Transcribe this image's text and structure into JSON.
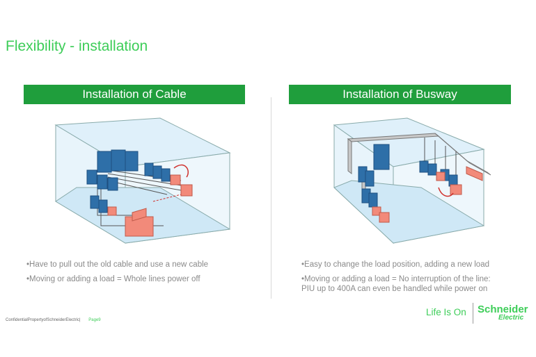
{
  "slide": {
    "title": "Flexibility - installation"
  },
  "left": {
    "header": "Installation of Cable",
    "bullets": [
      "•Have to pull out the old cable and use a new cable",
      "•Moving or adding a load =  Whole lines power off"
    ]
  },
  "right": {
    "header": "Installation of Busway",
    "bullets": [
      "•Easy to change the load position, adding a new load",
      "•Moving or adding a load = No interruption of the line:",
      "PIU up to 400A can even be handled while power on"
    ]
  },
  "footer": {
    "confidential": "ConfidentialPropertyofSchneiderElectric|",
    "page": "Page9"
  },
  "brand": {
    "tagline": "Life Is On",
    "logo_line1": "Schneider",
    "logo_line2": "Electric"
  },
  "colors": {
    "accent": "#3dcd58",
    "header_bar": "#1f9e3c",
    "equipment_blue": "#2e6fa8",
    "load_pink": "#f28a7a",
    "room_blue": "#cfe8f6"
  }
}
